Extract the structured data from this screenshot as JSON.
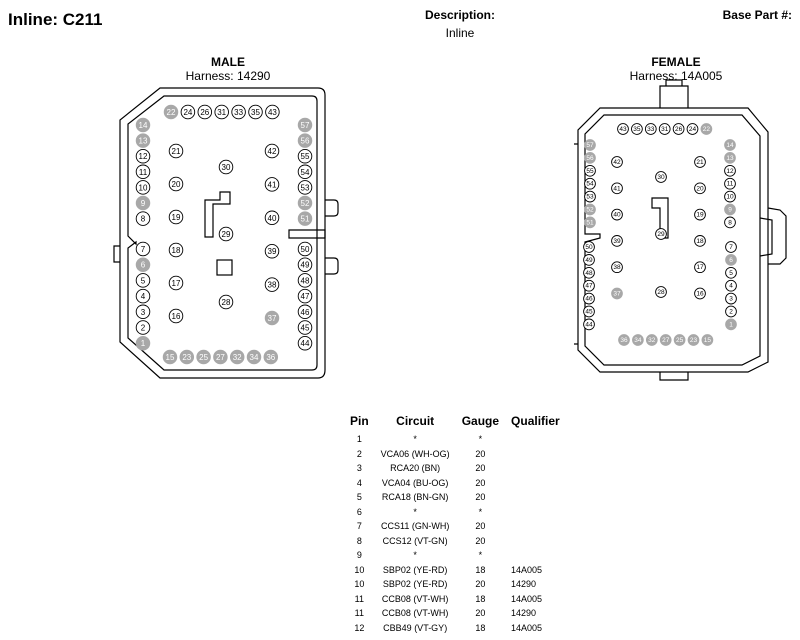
{
  "header": {
    "title": "Inline: C211",
    "description_label": "Description:",
    "description_value": "Inline",
    "base_part_label": "Base Part #:"
  },
  "male": {
    "title": "MALE",
    "harness": "Harness: 14290",
    "pins": [
      {
        "n": "22",
        "s": true
      },
      {
        "n": "24",
        "s": false
      },
      {
        "n": "26",
        "s": false
      },
      {
        "n": "31",
        "s": false
      },
      {
        "n": "33",
        "s": false
      },
      {
        "n": "35",
        "s": false
      },
      {
        "n": "43",
        "s": false
      },
      {
        "n": "14",
        "s": true
      },
      {
        "n": "13",
        "s": true
      },
      {
        "n": "12",
        "s": false
      },
      {
        "n": "11",
        "s": false
      },
      {
        "n": "10",
        "s": false
      },
      {
        "n": "9",
        "s": true
      },
      {
        "n": "8",
        "s": false
      },
      {
        "n": "7",
        "s": false
      },
      {
        "n": "6",
        "s": true
      },
      {
        "n": "5",
        "s": false
      },
      {
        "n": "4",
        "s": false
      },
      {
        "n": "3",
        "s": false
      },
      {
        "n": "2",
        "s": false
      },
      {
        "n": "1",
        "s": true
      },
      {
        "n": "15",
        "s": true
      },
      {
        "n": "23",
        "s": true
      },
      {
        "n": "25",
        "s": true
      },
      {
        "n": "27",
        "s": true
      },
      {
        "n": "32",
        "s": true
      },
      {
        "n": "34",
        "s": true
      },
      {
        "n": "36",
        "s": true
      },
      {
        "n": "57",
        "s": true
      },
      {
        "n": "56",
        "s": true
      },
      {
        "n": "55",
        "s": false
      },
      {
        "n": "54",
        "s": false
      },
      {
        "n": "53",
        "s": false
      },
      {
        "n": "52",
        "s": true
      },
      {
        "n": "51",
        "s": true
      },
      {
        "n": "50",
        "s": false
      },
      {
        "n": "49",
        "s": false
      },
      {
        "n": "48",
        "s": false
      },
      {
        "n": "47",
        "s": false
      },
      {
        "n": "46",
        "s": false
      },
      {
        "n": "45",
        "s": false
      },
      {
        "n": "44",
        "s": false
      },
      {
        "n": "21",
        "s": false
      },
      {
        "n": "20",
        "s": false
      },
      {
        "n": "19",
        "s": false
      },
      {
        "n": "18",
        "s": false
      },
      {
        "n": "17",
        "s": false
      },
      {
        "n": "16",
        "s": false
      },
      {
        "n": "42",
        "s": false
      },
      {
        "n": "41",
        "s": false
      },
      {
        "n": "40",
        "s": false
      },
      {
        "n": "39",
        "s": false
      },
      {
        "n": "38",
        "s": false
      },
      {
        "n": "37",
        "s": true
      },
      {
        "n": "30",
        "s": false
      },
      {
        "n": "29",
        "s": false
      },
      {
        "n": "28",
        "s": false
      }
    ]
  },
  "female": {
    "title": "FEMALE",
    "harness": "Harness: 14A005",
    "pins": [
      {
        "n": "43",
        "s": false
      },
      {
        "n": "35",
        "s": false
      },
      {
        "n": "33",
        "s": false
      },
      {
        "n": "31",
        "s": false
      },
      {
        "n": "26",
        "s": false
      },
      {
        "n": "24",
        "s": false
      },
      {
        "n": "22",
        "s": true
      },
      {
        "n": "57",
        "s": true
      },
      {
        "n": "56",
        "s": true
      },
      {
        "n": "55",
        "s": false
      },
      {
        "n": "54",
        "s": false
      },
      {
        "n": "53",
        "s": false
      },
      {
        "n": "52",
        "s": true
      },
      {
        "n": "51",
        "s": true
      },
      {
        "n": "50",
        "s": false
      },
      {
        "n": "49",
        "s": false
      },
      {
        "n": "48",
        "s": false
      },
      {
        "n": "47",
        "s": false
      },
      {
        "n": "46",
        "s": false
      },
      {
        "n": "45",
        "s": false
      },
      {
        "n": "44",
        "s": false
      },
      {
        "n": "36",
        "s": true
      },
      {
        "n": "34",
        "s": true
      },
      {
        "n": "32",
        "s": true
      },
      {
        "n": "27",
        "s": true
      },
      {
        "n": "25",
        "s": true
      },
      {
        "n": "23",
        "s": true
      },
      {
        "n": "15",
        "s": true
      },
      {
        "n": "14",
        "s": true
      },
      {
        "n": "13",
        "s": true
      },
      {
        "n": "12",
        "s": false
      },
      {
        "n": "11",
        "s": false
      },
      {
        "n": "10",
        "s": false
      },
      {
        "n": "9",
        "s": true
      },
      {
        "n": "8",
        "s": false
      },
      {
        "n": "7",
        "s": false
      },
      {
        "n": "6",
        "s": true
      },
      {
        "n": "5",
        "s": false
      },
      {
        "n": "4",
        "s": false
      },
      {
        "n": "3",
        "s": false
      },
      {
        "n": "2",
        "s": false
      },
      {
        "n": "1",
        "s": true
      },
      {
        "n": "42",
        "s": false
      },
      {
        "n": "41",
        "s": false
      },
      {
        "n": "40",
        "s": false
      },
      {
        "n": "39",
        "s": false
      },
      {
        "n": "38",
        "s": false
      },
      {
        "n": "37",
        "s": true
      },
      {
        "n": "21",
        "s": false
      },
      {
        "n": "20",
        "s": false
      },
      {
        "n": "19",
        "s": false
      },
      {
        "n": "18",
        "s": false
      },
      {
        "n": "17",
        "s": false
      },
      {
        "n": "16",
        "s": false
      },
      {
        "n": "30",
        "s": false
      },
      {
        "n": "29",
        "s": false
      },
      {
        "n": "28",
        "s": false
      }
    ]
  },
  "table": {
    "headers": [
      "Pin",
      "Circuit",
      "Gauge",
      "Qualifier"
    ],
    "rows": [
      [
        "1",
        "*",
        "*",
        ""
      ],
      [
        "2",
        "VCA06 (WH-OG)",
        "20",
        ""
      ],
      [
        "3",
        "RCA20 (BN)",
        "20",
        ""
      ],
      [
        "4",
        "VCA04 (BU-OG)",
        "20",
        ""
      ],
      [
        "5",
        "RCA18 (BN-GN)",
        "20",
        ""
      ],
      [
        "6",
        "*",
        "*",
        ""
      ],
      [
        "7",
        "CCS11 (GN-WH)",
        "20",
        ""
      ],
      [
        "8",
        "CCS12 (VT-GN)",
        "20",
        ""
      ],
      [
        "9",
        "*",
        "*",
        ""
      ],
      [
        "10",
        "SBP02 (YE-RD)",
        "18",
        "14A005"
      ],
      [
        "10",
        "SBP02 (YE-RD)",
        "20",
        "14290"
      ],
      [
        "11",
        "CCB08 (VT-WH)",
        "18",
        "14A005"
      ],
      [
        "11",
        "CCB08 (VT-WH)",
        "20",
        "14290"
      ],
      [
        "12",
        "CBB49 (VT-GY)",
        "18",
        "14A005"
      ]
    ]
  }
}
